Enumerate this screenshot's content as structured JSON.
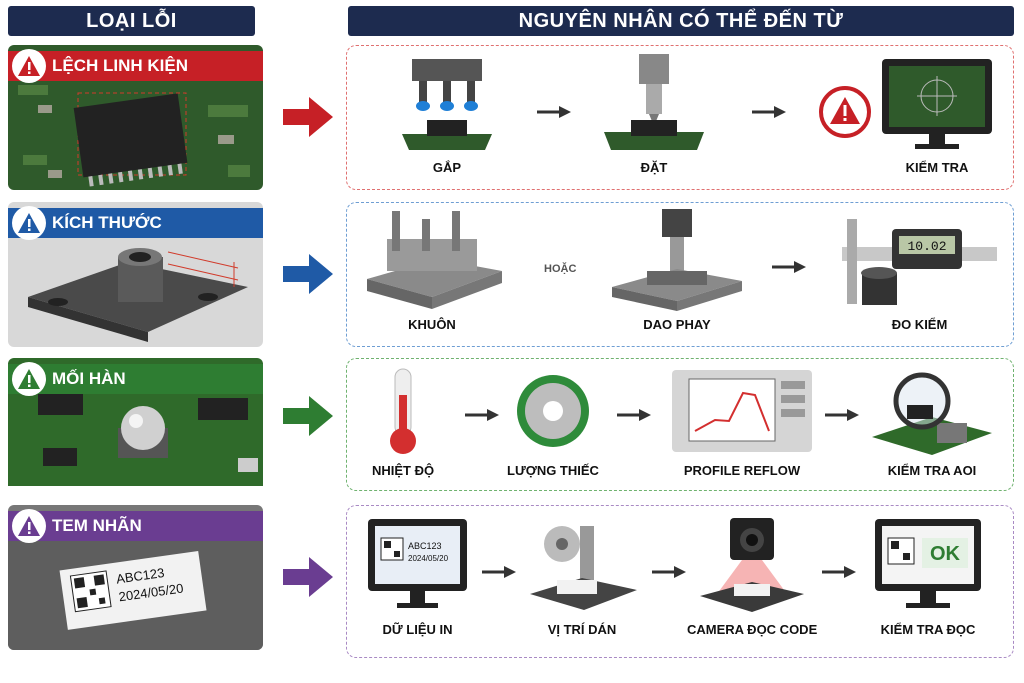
{
  "header": {
    "left": "LOẠI LỖI",
    "right": "NGUYÊN NHÂN CÓ THỂ ĐẾN TỪ"
  },
  "rows": [
    {
      "defect": "LỆCH LINH KIỆN",
      "color": "#c62026",
      "border": "#e07070",
      "steps": [
        "GẮP",
        "ĐẶT",
        "KIỂM TRA"
      ]
    },
    {
      "defect": "KÍCH THƯỚC",
      "color": "#1f5aa6",
      "border": "#6e9ed3",
      "steps": [
        "KHUÔN",
        "DAO PHAY",
        "ĐO KIỂM"
      ],
      "or": "HOẶC"
    },
    {
      "defect": "MỐI HÀN",
      "color": "#2e7d32",
      "border": "#6fb26f",
      "steps": [
        "NHIỆT ĐỘ",
        "LƯỢNG THIẾC",
        "PROFILE REFLOW",
        "KIỂM TRA AOI"
      ]
    },
    {
      "defect": "TEM NHÃN",
      "color": "#6a3d91",
      "border": "#a98ac4",
      "steps": [
        "DỮ LIỆU IN",
        "VỊ TRÍ DÁN",
        "CAMERA ĐỌC CODE",
        "KIỂM TRA ĐỌC"
      ],
      "label_text": [
        "ABC123",
        "2024/05/20"
      ],
      "screen_text": [
        "ABC123",
        "2024/05/20"
      ],
      "ok": "OK",
      "caliper": "10.02"
    }
  ],
  "icons": [
    "warning-icon",
    "arrow-right-icon"
  ]
}
